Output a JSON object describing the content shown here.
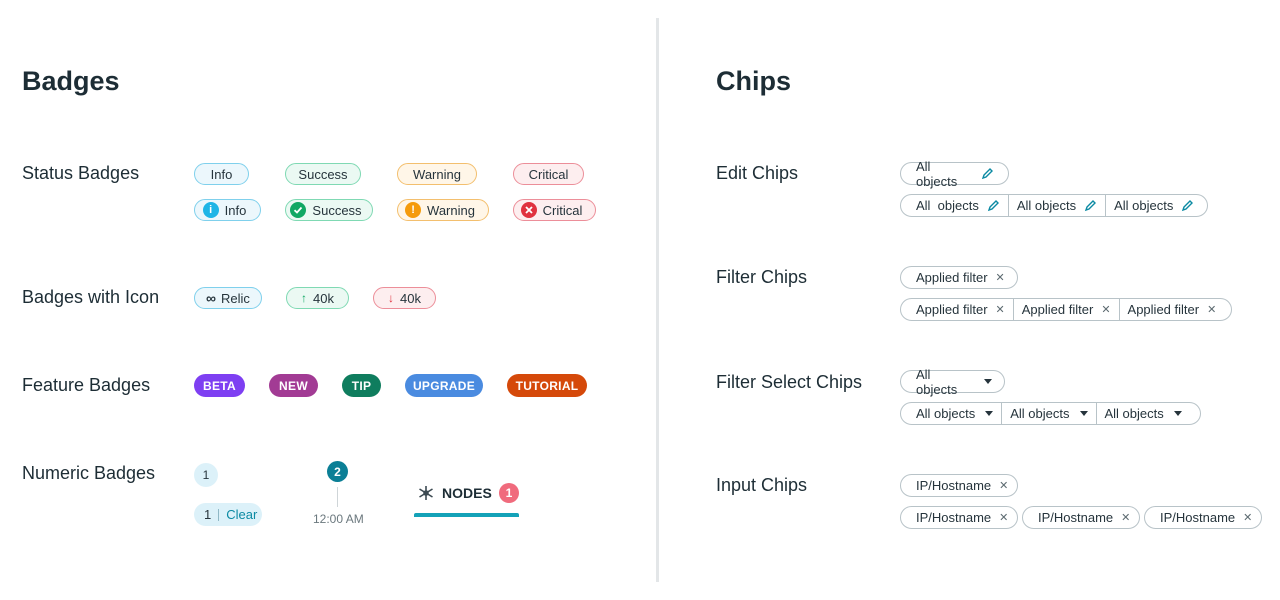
{
  "badges": {
    "title": "Badges",
    "status": {
      "label": "Status Badges",
      "plain": [
        "Info",
        "Success",
        "Warning",
        "Critical"
      ],
      "icon": [
        "Info",
        "Success",
        "Warning",
        "Critical"
      ]
    },
    "with_icon": {
      "label": "Badges with Icon",
      "items": [
        "Relic",
        "40k",
        "40k"
      ]
    },
    "feature": {
      "label": "Feature Badges",
      "items": [
        {
          "text": "BETA",
          "color": "#7e3ff2"
        },
        {
          "text": "NEW",
          "color": "#a23b94"
        },
        {
          "text": "TIP",
          "color": "#0f7d5e"
        },
        {
          "text": "UPGRADE",
          "color": "#4a8be0"
        },
        {
          "text": "TUTORIAL",
          "color": "#d5490a"
        }
      ]
    },
    "numeric": {
      "label": "Numeric Badges",
      "single": "1",
      "count": "1",
      "clear": "Clear",
      "timeline_num": "2",
      "timeline_time": "12:00 AM",
      "nodes_label": "NODES",
      "nodes_count": "1"
    }
  },
  "chips": {
    "title": "Chips",
    "edit": {
      "label": "Edit Chips",
      "single": "All objects",
      "multi": [
        "All  objects",
        "All objects",
        "All objects"
      ]
    },
    "filter": {
      "label": "Filter Chips",
      "single": "Applied filter",
      "multi": [
        "Applied filter",
        "Applied filter",
        "Applied filter"
      ]
    },
    "filter_select": {
      "label": "Filter Select Chips",
      "single": "All objects",
      "multi": [
        "All objects",
        "All objects",
        "All objects"
      ]
    },
    "input": {
      "label": "Input Chips",
      "single": "IP/Hostname",
      "multi": [
        "IP/Hostname",
        "IP/Hostname",
        "IP/Hostname"
      ]
    }
  },
  "colors": {
    "info": "#1fb5e6",
    "success": "#11a864",
    "warning": "#f59b0c",
    "critical": "#e0323f",
    "accent": "#0b8aa3"
  }
}
